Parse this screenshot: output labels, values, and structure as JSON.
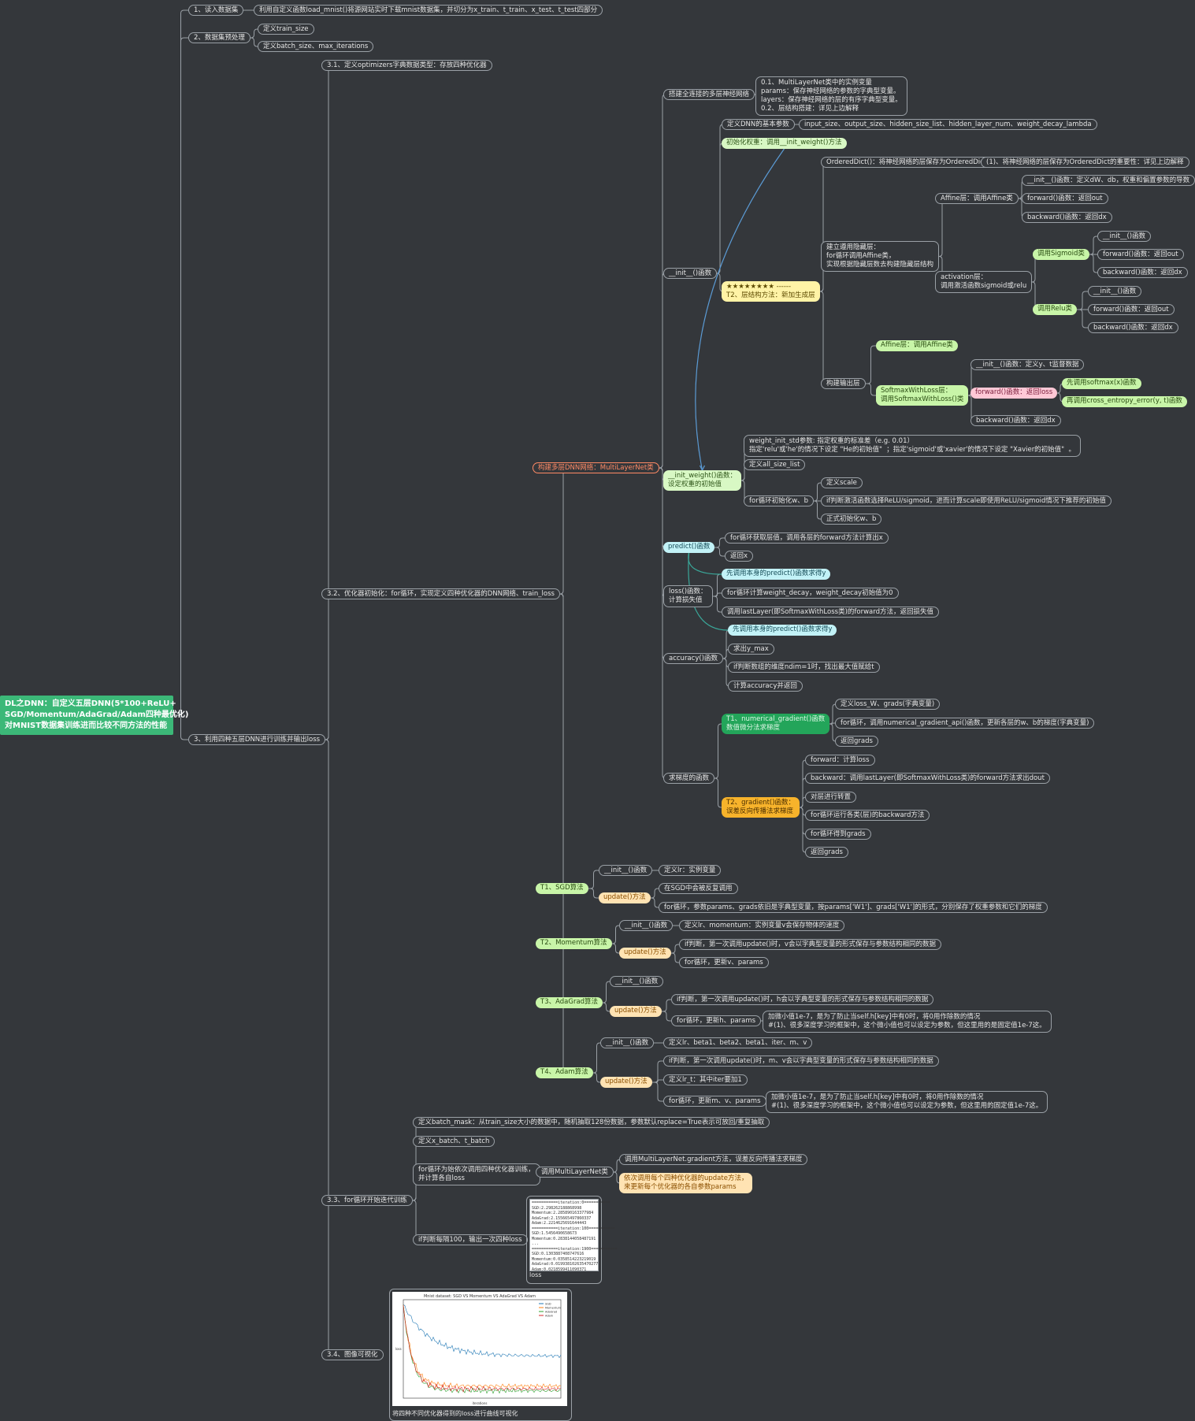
{
  "root": "DL之DNN：自定义五层DNN(5*100+ReLU+\nSGD/Momentum/AdaGrad/Adam四种最优化)\n对MNIST数据集训练进而比较不同方法的性能",
  "s1": "1、读入数据集",
  "s1a": "利用自定义函数load_mnist()将源网站实时下载mnist数据集，并切分为x_train、t_train、x_test、t_test四部分",
  "s2": "2、数据集预处理",
  "s2a": "定义train_size",
  "s2b": "定义batch_size、max_iterations",
  "s3": "3、利用四种五层DNN进行训练并输出loss",
  "s31": "3.1、定义optimizers字典数据类型：存放四种优化器",
  "s32": "3.2、优化器初始化：for循环，实现定义四种优化器的DNN网络、train_loss",
  "net": "构建多层DNN网络：MultiLayerNet类",
  "b1": "搭建全连接的多层神经网络",
  "b1a": "0.1、MultiLayerNet类中的实例变量\nparams：保存神经网络的参数的字典型变量。\nlayers：保存神经网络的层的有序字典型变量。\n0.2、层结构搭建：详见上边解释",
  "init": "__init__()函数",
  "i1": "定义DNN的基本参数",
  "i1a": "input_size、output_size、hidden_size_list、hidden_layer_num、weight_decay_lambda",
  "i2": "初始化权重：调用__init_weight()方法",
  "star": "★★★★★★★★ ------\nT2、层结构方法：新加生成层",
  "od": "OrderedDict()：将神经网络的层保存为OrderedDict",
  "od_a": "(1)、将神经网络的层保存为OrderedDict的重要性：详见上边解释",
  "hid": "建立遵用隐藏层：\nfor循环调用Affine类，\n实现根据隐藏层数去构建隐藏层结构",
  "aff": "Affine层：调用Affine类",
  "aff1": "__init__()函数：定义dW、db，权重和偏置参数的导数",
  "aff2": "forward()函数：返回out",
  "aff3": "backward()函数：返回dx",
  "act": "activation层：\n调用激活函数sigmoid或relu",
  "sig": "调用Sigmoid类",
  "sig1": "__init__()函数",
  "sig2": "forward()函数：返回out",
  "sig3": "backward()函数：返回dx",
  "relu": "调用Relu类",
  "relu1": "__init__()函数",
  "relu2": "forward()函数：返回out",
  "relu3": "backward()函数：返回dx",
  "out": "构建输出层",
  "out1": "Affine层：调用Affine类",
  "out2": "SoftmaxWithLoss层：\n调用SoftmaxWithLoss()类",
  "sm1": "__init__()函数：定义y、t监督数据",
  "sm2": "forward()函数：返回loss",
  "sm2a": "先调用softmax(x)函数",
  "sm2b": "再调用cross_entropy_error(y, t)函数",
  "sm3": "backward()函数：返回dx",
  "iw": "__init_weight()函数：\n设定权重的初始值",
  "iw1": "weight_init_std参数: 指定权重的标准差（e.g. 0.01）\n指定'relu'或'he'的情况下设定 \"He的初始值\"  ；指定'sigmoid'或'xavier'的情况下设定 \"Xavier的初始值\"  。",
  "iw2": "定义all_size_list",
  "iw3": "for循环初始化w、b",
  "iw3a": "定义scale",
  "iw3b": "if判断激活函数选择ReLU/sigmoid，进而计算scale即使用ReLU/sigmoid情况下推荐的初始值",
  "iw3c": "正式初始化w、b",
  "pred": "predict()函数",
  "pred1": "for循环获取层值，调用各层的forward方法计算出x",
  "pred2": "返回x",
  "loss": "loss()函数：\n计算损失值",
  "loss1": "先调用本身的predict()函数求得y",
  "loss2": "for循环计算weight_decay，weight_decay初始值为0",
  "loss3": "调用lastLayer(即SoftmaxWithLoss类)的forward方法，返回损失值",
  "acc": "accuracy()函数",
  "acc1": "先调用本身的predict()函数求得y",
  "acc2": "求出y_max",
  "acc3": "if判断数组的维度ndim=1时，找出最大值赋给t",
  "acc4": "计算accuracy并返回",
  "grad": "求梯度的函数",
  "ng": "T1、numerical_gradient()函数\n数值微分法求梯度",
  "ng1": "定义loss_W、grads(字典变量)",
  "ng2": "for循环，调用numerical_gradient_api()函数，更新各层的w、b的梯度(字典变量)",
  "ng3": "返回grads",
  "g2": "T2、gradient()函数：\n误差反向传播法求梯度",
  "g2a": "forward：计算loss",
  "g2b": "backward：调用lastLayer(即SoftmaxWithLoss类)的forward方法求出dout",
  "g2c": "对层进行转置",
  "g2d": "for循环运行各类(层)的backward方法",
  "g2e": "for循环得到grads",
  "g2f": "返回grads",
  "sgd": "T1、SGD算法",
  "sgd_i": "__init__()函数",
  "sgd_i1": "定义lr：实例变量",
  "sgd_u": "update()方法",
  "sgd_u1": "在SGD中会被反复调用",
  "sgd_u2": "for循环，参数params、grads依旧是字典型变量，按params['W1']、grads['W1']的形式，分别保存了权重参数和它们的梯度",
  "mom": "T2、Momentum算法",
  "mom_i": "__init__()函数",
  "mom_i1": "定义lr、momentum：实例变量v会保存物体的速度",
  "mom_u": "update()方法",
  "mom_u1": "if判断，第一次调用update()时，v会以字典型变量的形式保存与参数结构相同的数据",
  "mom_u2": "for循环，更新v、params",
  "ada": "T3、AdaGrad算法",
  "ada_i": "__init__()函数",
  "ada_u": "update()方法",
  "ada_u1": "if判断，第一次调用update()时，h会以字典型变量的形式保存与参数结构相同的数据",
  "ada_u2": "for循环，更新h、params",
  "ada_u2a": "加微小值1e-7，是为了防止当self.h[key]中有0时，将0用作除数的情况\n#(1)、很多深度学习的框架中，这个微小值也可以设定为参数，但这里用的是固定值1e-7这。",
  "adam": "T4、Adam算法",
  "adam_i": "__init__()函数",
  "adam_i1": "定义lr、beta1、beta2、beta1、iter、m、v",
  "adam_u": "update()方法",
  "adam_u1": "if判断，第一次调用update()时，m、v会以字典型变量的形式保存与参数结构相同的数据",
  "adam_u2": "定义lr_t：其中iter要加1",
  "adam_u3": "for循环，更新m、v、params",
  "adam_u3a": "加微小值1e-7，是为了防止当self.h[key]中有0时，将0用作除数的情况\n#(1)、很多深度学习的框架中，这个微小值也可以设定为参数，但这里用的固定值1e-7这。",
  "s33": "3.3、for循环开始迭代训练",
  "c1": "定义batch_mask：从train_size大小的数据中，随机抽取128份数据，参数默认replace=True表示可放回/重复抽取",
  "c2": "定义x_batch、t_batch",
  "c3": "for循环为始依次调用四种优化器训练，\n并计算各自loss",
  "c3a": "调用MultiLayerNet类",
  "c3a1": "调用MultiLayerNet.gradient方法，误差反向传播法求梯度",
  "c3a2": "依次调用每个四种优化器的update方法，\n来更新每个优化器的各自参数params",
  "c4": "if判断每隔100，输出一次四种loss",
  "loss_img_text": "===========iteration:0===========\nSGD:2.298262188868998\nMomentum:2.285890163377984\nAdaGrad:2.155665497860337\nAdam:2.2214625691644443\n===========iteration:100===========\nSGD:1.5456490658673\nMomentum:0.2838144058487191\n...\n===========iteration:1900===========\nSGD:0.1303887408747616\nMomentum:0.0358514223219019\nAdaGrad:0.019938102635470277\nAdam:0.0218599411090371",
  "loss_cap": "loss",
  "s34": "3.4、图像可视化",
  "chart_title": "Mnist dataset: SGD VS Momentum VS AdaGrad VS Adam",
  "chart_xlabel": "iterations",
  "chart_ylabel": "loss",
  "chart_cap": "将四种不同优化器得到的loss进行曲线可视化",
  "chart_legend": [
    "SGD",
    "Momentum",
    "AdaGrad",
    "Adam"
  ],
  "colors": {
    "line": "#9aa0a6",
    "arrow": "#5b9bd5",
    "arrow2": "#3aa89a"
  }
}
